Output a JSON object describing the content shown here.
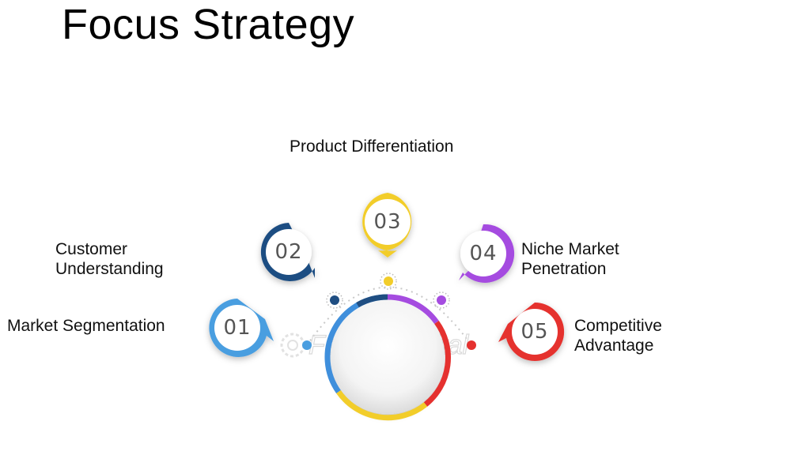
{
  "title": "Focus Strategy",
  "watermark": "FasterCapital",
  "items": [
    {
      "number": "01",
      "lines": [
        "Market Segmentation"
      ],
      "color": "#4a9ee0"
    },
    {
      "number": "02",
      "lines": [
        "Customer",
        "Understanding"
      ],
      "color": "#1f4e82"
    },
    {
      "number": "03",
      "lines": [
        "Product Differentiation"
      ],
      "color": "#f2cd2a"
    },
    {
      "number": "04",
      "lines": [
        "Niche Market",
        "Penetration"
      ],
      "color": "#a54ce0"
    },
    {
      "number": "05",
      "lines": [
        "Competitive",
        "Advantage"
      ],
      "color": "#e5312f"
    }
  ]
}
